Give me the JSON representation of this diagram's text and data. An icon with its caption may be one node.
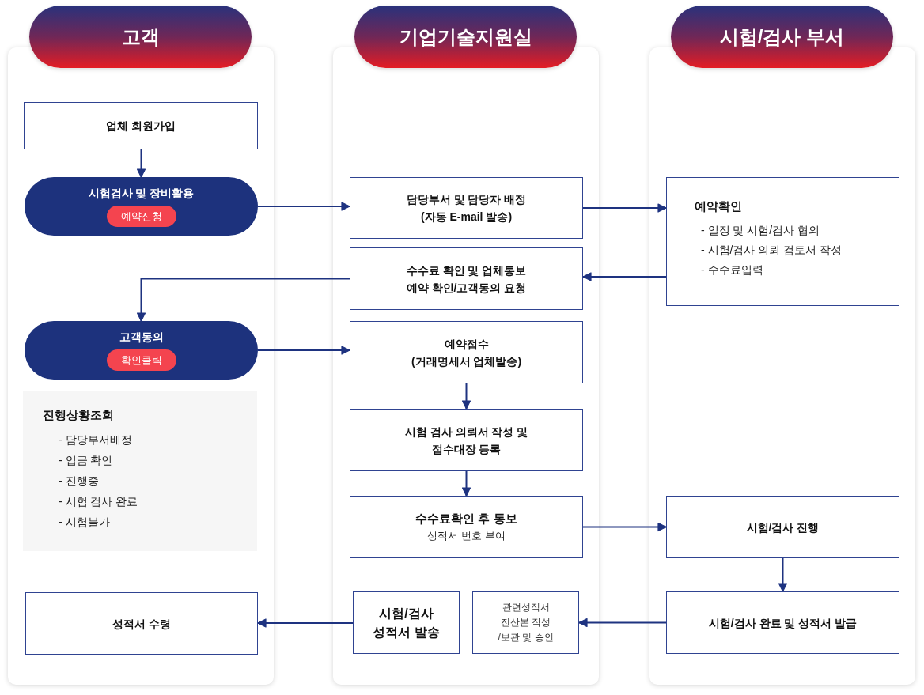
{
  "diagram": {
    "nodes": [
      {
        "text": [
          "고객"
        ]
      },
      {
        "text": [
          "업체 회원가입"
        ],
        "in": 0
      },
      {
        "text": [
          "시험검사 및 장비활용",
          "예약신청"
        ],
        "in": 0
      },
      {
        "text": [
          "고객동의",
          "확인클릭"
        ],
        "in": 0
      },
      {
        "text": [
          "진행상황조회",
          "- 담당부서배정",
          "- 입금 확인",
          "- 진행중",
          "- 시험 검사 완료",
          "- 시험불가"
        ],
        "in": 0
      },
      {
        "text": [
          "성적서 수령"
        ],
        "in": 0
      },
      {
        "text": [
          "기업기술지원실"
        ]
      },
      {
        "text": [
          "담당부서 및 담당자 배정",
          "(자동 E-mail 발송)"
        ],
        "in": 6
      },
      {
        "text": [
          "수수료 확인 및 업체통보",
          "예약 확인/고객동의 요청"
        ],
        "in": 6
      },
      {
        "text": [
          "예약접수",
          "(거래명세서 업체발송)"
        ],
        "in": 6
      },
      {
        "text": [
          "시험 검사 의뢰서 작성 및 접수대장 등록"
        ],
        "in": 6
      },
      {
        "text": [
          "수수료확인 후 통보",
          "성적서 번호 부여"
        ],
        "in": 6
      },
      {
        "text": [
          "시험/검사 성적서 발송"
        ],
        "in": 6
      },
      {
        "text": [
          "관련성적서 전산본 작성 /보관 및 승인"
        ],
        "in": 6
      },
      {
        "text": [
          "시험/검사 부서"
        ]
      },
      {
        "text": [
          "예약확인",
          "- 일정 및 시험/검사 협의",
          "- 시험/검사 의뢰 검토서 작성",
          "- 수수료입력"
        ],
        "in": 14
      },
      {
        "text": [
          "시험/검사 진행"
        ],
        "in": 14
      },
      {
        "text": [
          "시험/검사 완료 및 성적서 발급"
        ],
        "in": 14
      }
    ],
    "edges": [
      {
        "from": 1,
        "to": 2,
        "arrow": "to"
      },
      {
        "from": 2,
        "to": 7,
        "arrow": "to"
      },
      {
        "from": 7,
        "to": 15,
        "arrow": "to"
      },
      {
        "from": 15,
        "to": 8,
        "arrow": "to"
      },
      {
        "from": 8,
        "to": 3,
        "arrow": "to"
      },
      {
        "from": 3,
        "to": 9,
        "arrow": "to"
      },
      {
        "from": 9,
        "to": 10,
        "arrow": "to"
      },
      {
        "from": 10,
        "to": 11,
        "arrow": "to"
      },
      {
        "from": 11,
        "to": 16,
        "arrow": "to"
      },
      {
        "from": 16,
        "to": 17,
        "arrow": "to"
      },
      {
        "from": 17,
        "to": 13,
        "arrow": "to"
      },
      {
        "from": 12,
        "to": 5,
        "arrow": "to"
      }
    ]
  }
}
